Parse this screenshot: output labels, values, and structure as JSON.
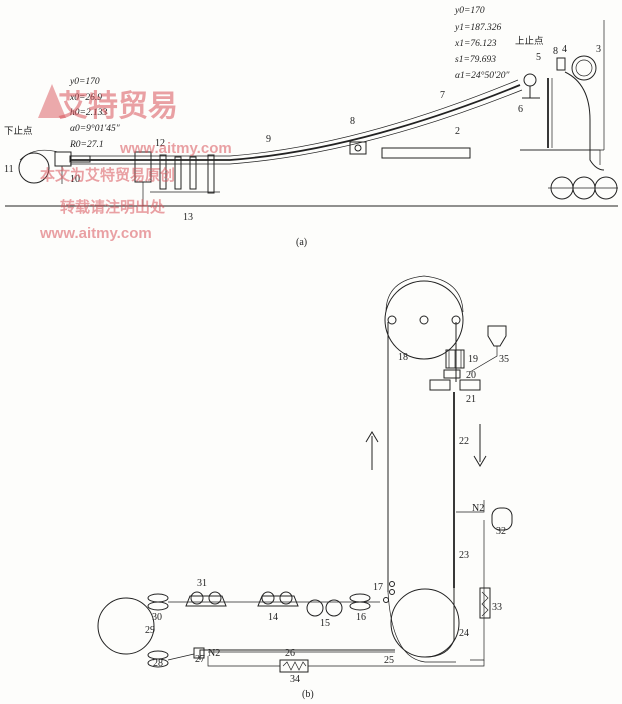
{
  "panel_a": {
    "caption": "(a)",
    "left_params": [
      "y0=170",
      "x0=26.9",
      "h0=2.133",
      "α0=9°01′45″",
      "R0=27.1"
    ],
    "right_params": [
      "y0=170",
      "y1=187.326",
      "x1=76.123",
      "s1=79.693",
      "α1=24°50′20″"
    ],
    "bottom_dead_center": "下止点",
    "top_dead_center": "上止点",
    "numbers": [
      "11",
      "10",
      "12",
      "13",
      "9",
      "8",
      "7",
      "2",
      "6",
      "5",
      "8",
      "4",
      "3"
    ]
  },
  "panel_b": {
    "caption": "(b)",
    "n2_label": "N2",
    "numbers": [
      "18",
      "19",
      "35",
      "20",
      "21",
      "22",
      "23",
      "32",
      "33",
      "24",
      "25",
      "26",
      "34",
      "27",
      "28",
      "29",
      "30",
      "31",
      "14",
      "15",
      "16",
      "17"
    ]
  },
  "watermark": {
    "brand": "艾特贸易",
    "url": "www.aitmy.com",
    "line1": "本文为艾特贸易原创",
    "line2": "转载请注明出处"
  }
}
